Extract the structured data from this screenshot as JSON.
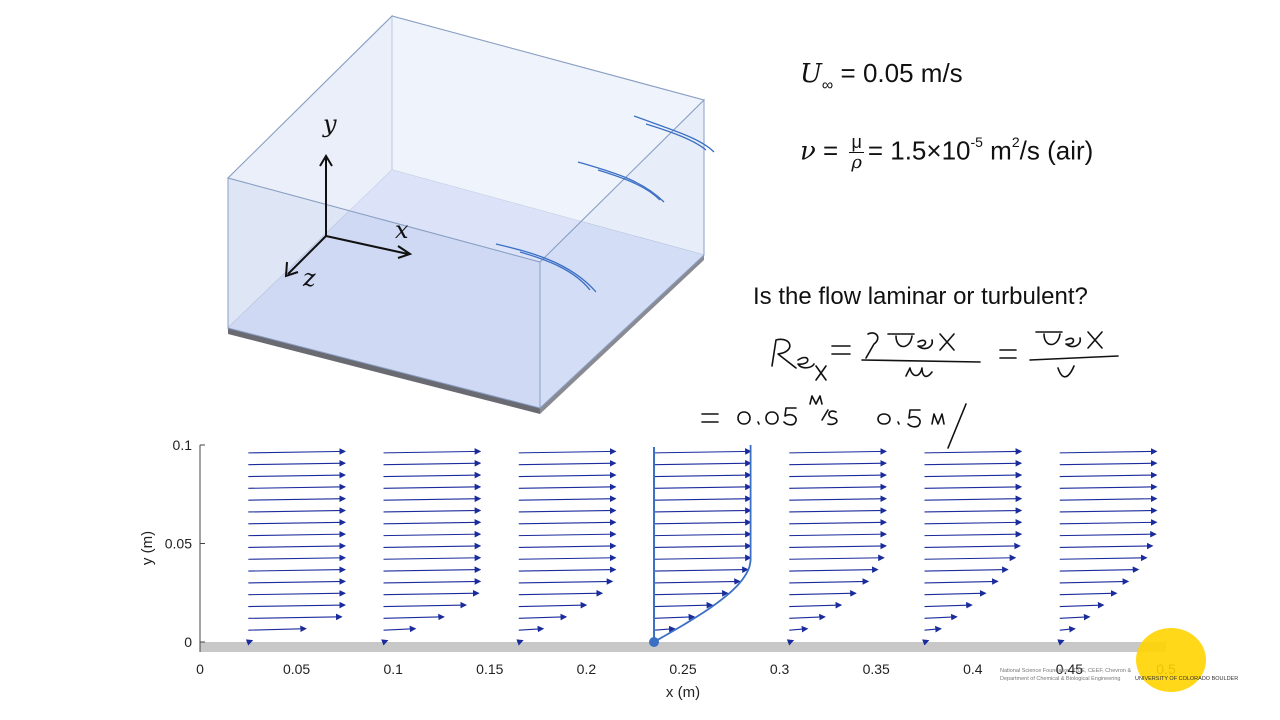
{
  "box_diagram": {
    "axis_labels": {
      "x": "x",
      "y": "y",
      "z": "z"
    }
  },
  "equations": {
    "u_inf": {
      "symbol": "U",
      "subscript": "∞",
      "rhs": " =  0.05 m/s"
    },
    "nu": {
      "symbol": "ν",
      "eq1": " = ",
      "frac_num": "μ",
      "frac_den": "ρ",
      "value": "= 1.5×10",
      "exp": "-5",
      "unit": " m",
      "unit_exp": "2",
      "tail": "/s (air)"
    }
  },
  "question": "Is the flow laminar or turbulent?",
  "handwriting": {
    "line1": "Re_x = ρ U∞ x / μ = U∞ x / ν",
    "line2": "= 0.05 m/s 0.5 m /"
  },
  "chart_data": {
    "type": "quiver",
    "title": "",
    "xlabel": "x (m)",
    "ylabel": "y (m)",
    "xlim": [
      0,
      0.5
    ],
    "ylim": [
      0,
      0.1
    ],
    "xticks": [
      "0",
      "0.05",
      "0.1",
      "0.15",
      "0.2",
      "0.25",
      "0.3",
      "0.35",
      "0.4",
      "0.45",
      "0.5"
    ],
    "yticks": [
      "0",
      "0.05",
      "0.1"
    ],
    "grid": false,
    "arrow_color": "#1a2b9c",
    "profile_color": "#3b6fc4",
    "plate_color": "#c8c8c8",
    "stations_x": [
      0.025,
      0.095,
      0.165,
      0.235,
      0.305,
      0.375,
      0.445
    ],
    "y_levels": [
      0.0,
      0.006,
      0.012,
      0.018,
      0.024,
      0.03,
      0.036,
      0.042,
      0.048,
      0.054,
      0.06,
      0.066,
      0.072,
      0.078,
      0.084,
      0.09,
      0.096
    ],
    "freestream_length_x": 0.05,
    "highlighted_station_x": 0.235
  },
  "credit": {
    "line1": "National Science Foundation, DUE, CEEF, Chevron &",
    "line2": "Department of Chemical & Biological Engineering",
    "logo_text": "UNIVERSITY OF COLORADO BOULDER"
  },
  "colors": {
    "box_edge": "#8aa0c4",
    "box_face": "#e6ecf7",
    "plate_top": "#c7d1f3",
    "plate_edge": "#6a6a72",
    "streamline": "#3b6fc4",
    "logo_yellow": "#ffd400"
  }
}
